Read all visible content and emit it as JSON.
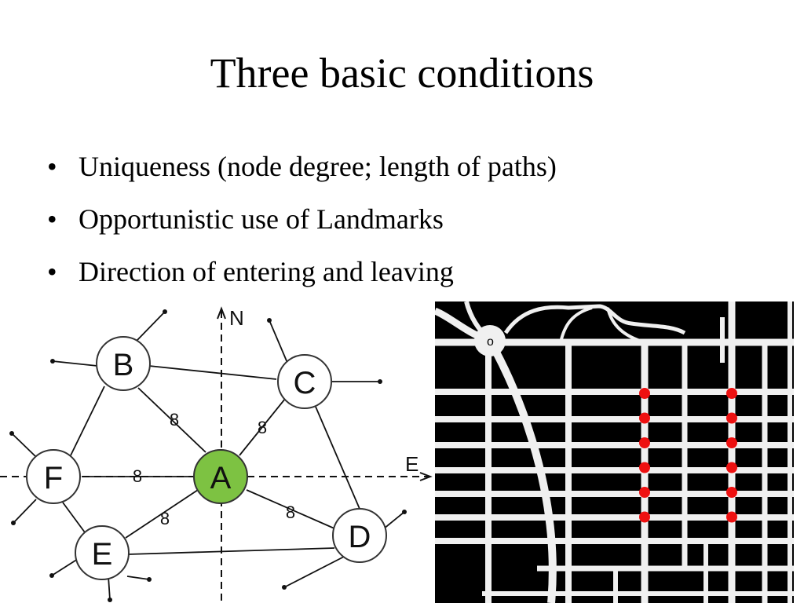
{
  "slide": {
    "title": "Three basic conditions",
    "bullets": [
      "Uniqueness (node degree; length of paths)",
      "Opportunistic use of Landmarks",
      "Direction of entering and leaving"
    ],
    "bullet_glyph": "•"
  },
  "graph": {
    "axis_north_label": "N",
    "axis_east_label": "E",
    "nodes": [
      {
        "id": "A",
        "label": "A",
        "color": "#7dc242"
      },
      {
        "id": "B",
        "label": "B",
        "color": "#ffffff"
      },
      {
        "id": "C",
        "label": "C",
        "color": "#ffffff"
      },
      {
        "id": "D",
        "label": "D",
        "color": "#ffffff"
      },
      {
        "id": "E",
        "label": "E",
        "color": "#ffffff"
      },
      {
        "id": "F",
        "label": "F",
        "color": "#ffffff"
      }
    ],
    "edge_label": "8",
    "colors": {
      "node_stroke": "#333333",
      "line": "#111111"
    }
  },
  "streetmap": {
    "colors": {
      "background": "#000000",
      "street": "#f0f0f0",
      "marker": "#ee1111"
    },
    "marker_columns": 2,
    "markers_per_column": 6,
    "circle_label": "o"
  }
}
